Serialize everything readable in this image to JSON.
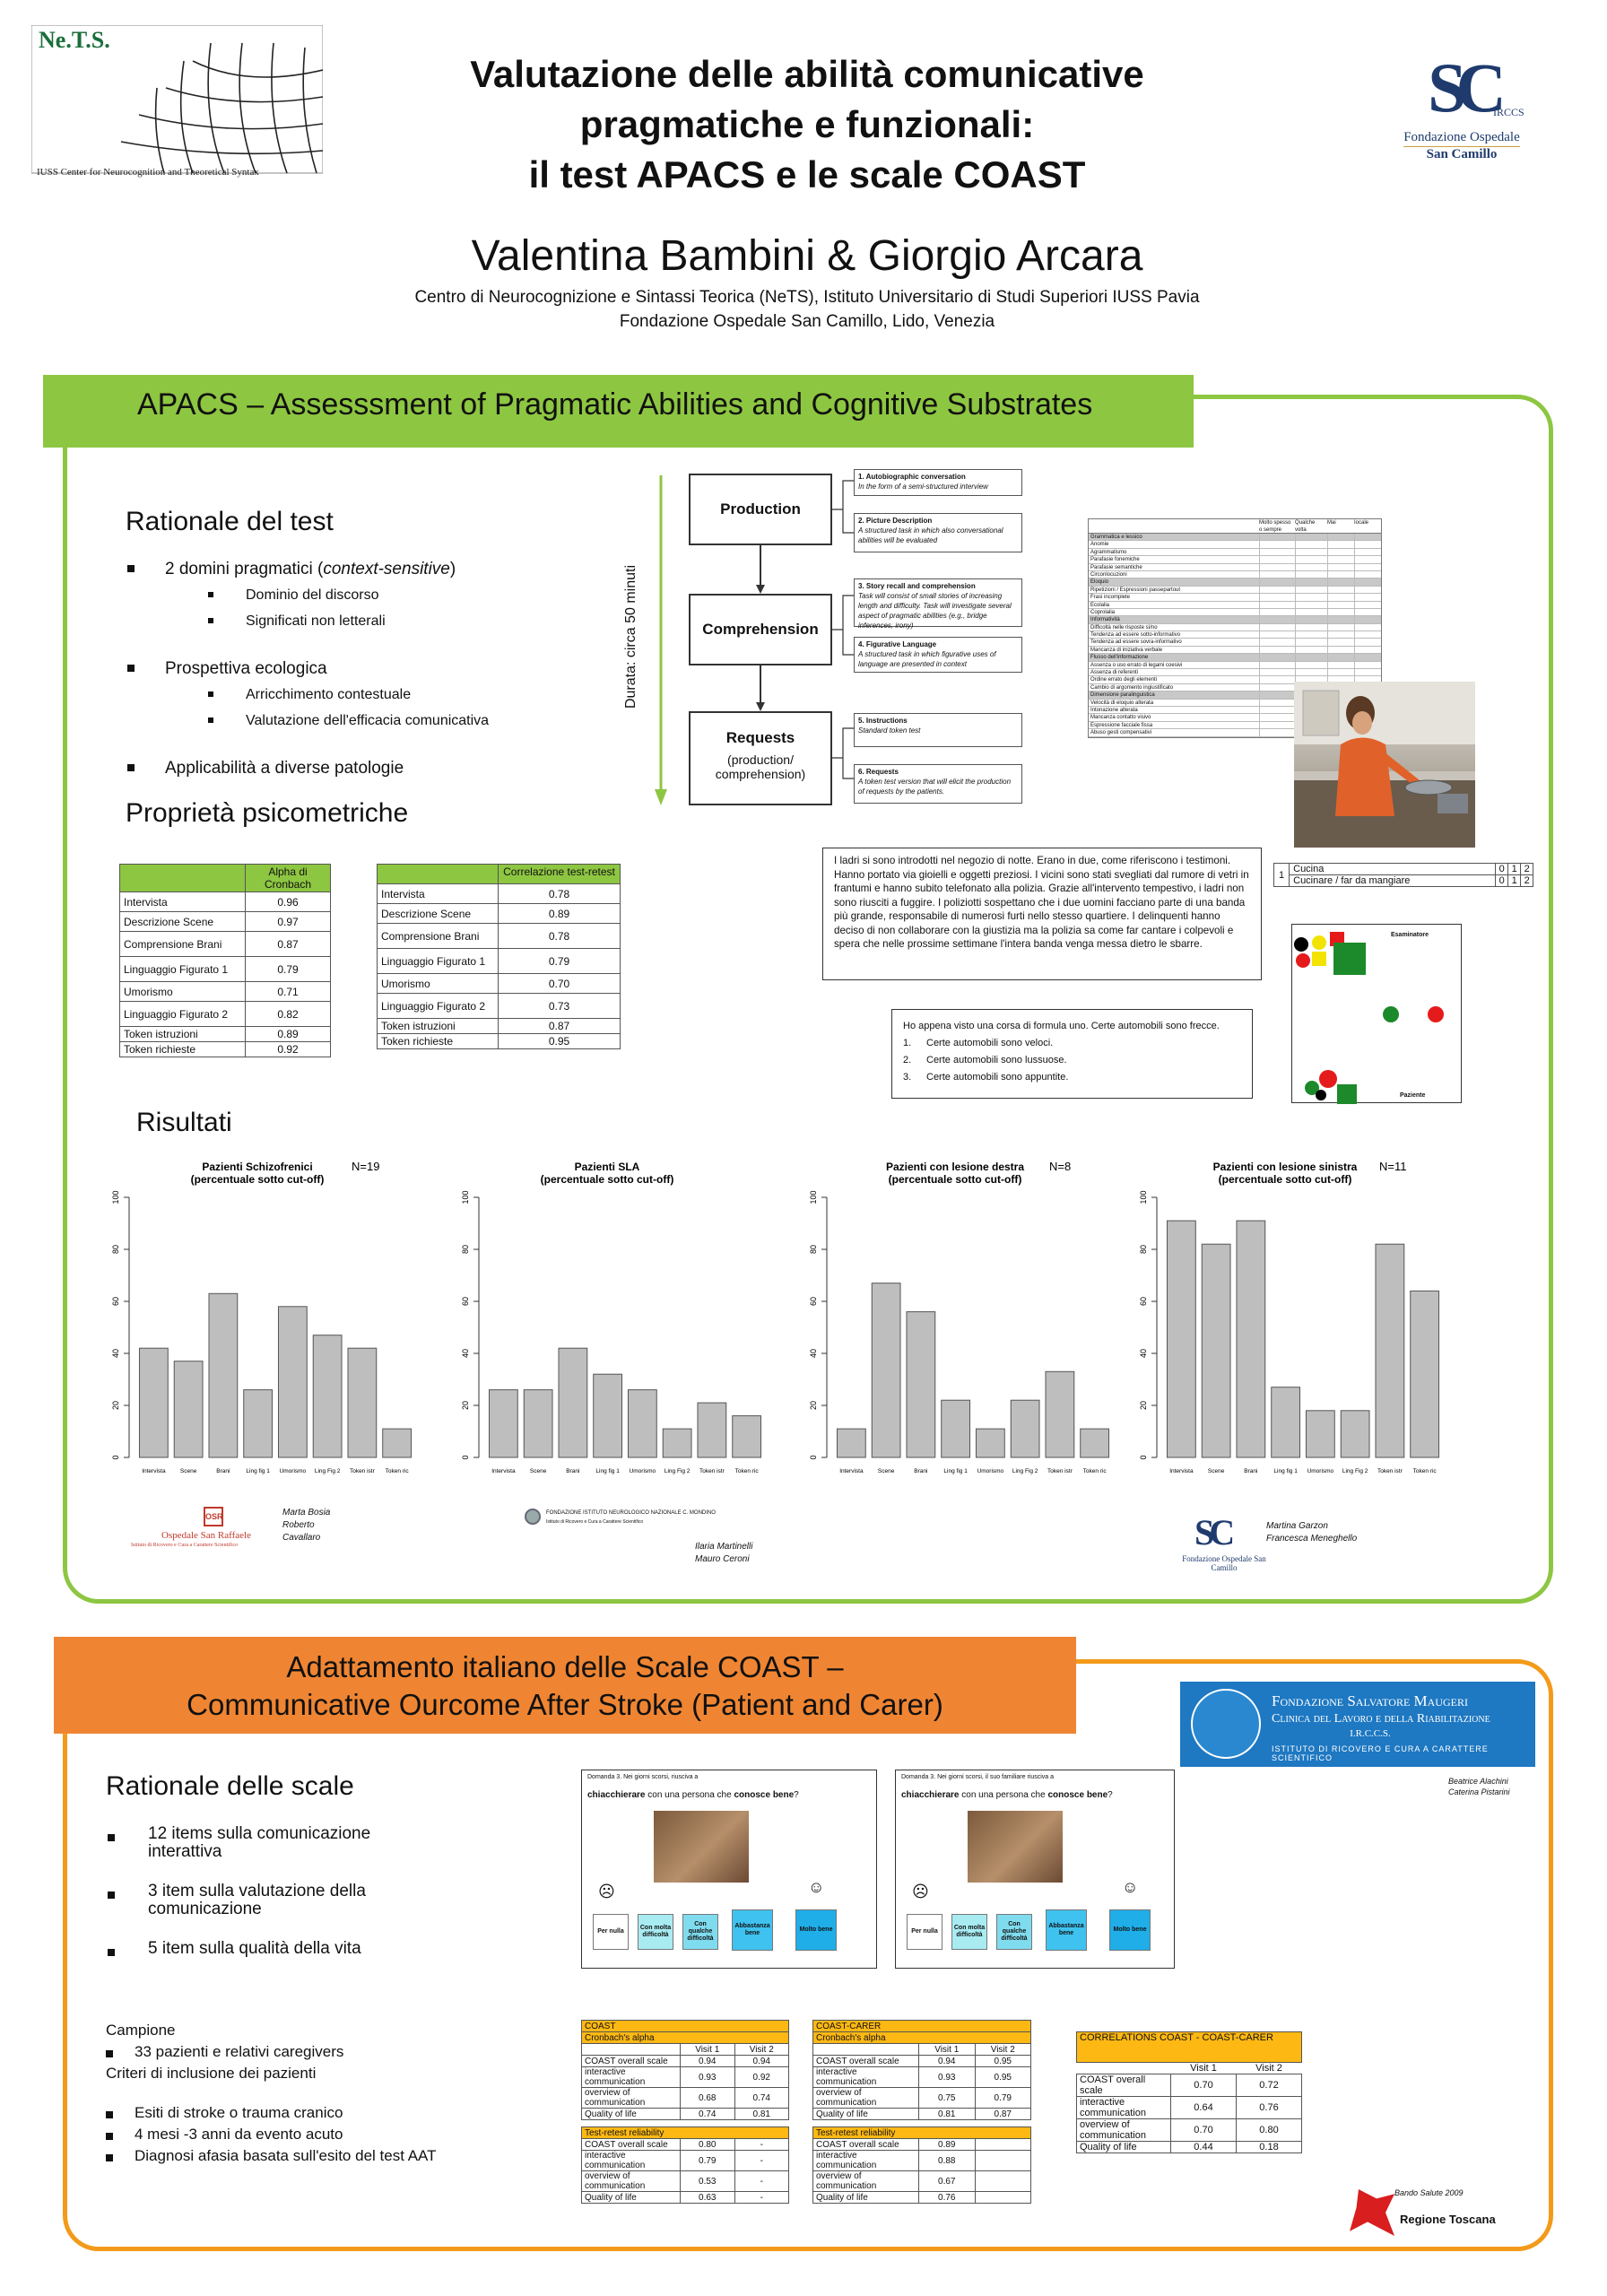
{
  "header": {
    "title_lines": [
      "Valutazione delle abilità comunicative",
      "pragmatiche e funzionali:",
      "il test APACS e le scale COAST"
    ],
    "authors": "Valentina Bambini & Giorgio Arcara",
    "affiliation_lines": [
      "Centro di Neurocognizione e Sintassi Teorica (NeTS), Istituto Universitario di Studi Superiori IUSS Pavia",
      "Fondazione Ospedale San Camillo, Lido, Venezia"
    ],
    "nets_logo": "Ne.T.S.",
    "nets_caption": "IUSS Center for Neurocognition and Theoretical Syntax",
    "sc_logo": {
      "mark": "SC",
      "sub": "IRCCS",
      "line1": "Fondazione Ospedale",
      "line2": "San Camillo"
    }
  },
  "apacs": {
    "banner": "APACS – Assesssment of Pragmatic Abilities and Cognitive Substrates",
    "rationale_title": "Rationale del test",
    "b1": "2 domini pragmatici (",
    "b1_em": "context-sensitive",
    "b1_end": ")",
    "b1_sub": [
      "Dominio del discorso",
      "Significati non letterali"
    ],
    "b2": "Prospettiva ecologica",
    "b2_sub": [
      "Arricchimento contestuale",
      "Valutazione dell'efficacia comunicativa"
    ],
    "b3": "Applicabilità a diverse patologie",
    "psychometric_title": "Proprietà psicometriche",
    "alpha_header": "Alpha di Cronbach",
    "alpha_rows": [
      [
        "Intervista",
        "0.96"
      ],
      [
        "Descrizione Scene",
        "0.97"
      ],
      [
        "Comprensione Brani",
        "0.87"
      ],
      [
        "Linguaggio Figurato 1",
        "0.79"
      ],
      [
        "Umorismo",
        "0.71"
      ],
      [
        "Linguaggio Figurato 2",
        "0.82"
      ],
      [
        "Token istruzioni",
        "0.89"
      ],
      [
        "Token richieste",
        "0.92"
      ]
    ],
    "retest_header": "Correlazione test-retest",
    "retest_rows": [
      [
        "Intervista",
        "0.78"
      ],
      [
        "Descrizione Scene",
        "0.89"
      ],
      [
        "Comprensione Brani",
        "0.78"
      ],
      [
        "Linguaggio Figurato 1",
        "0.79"
      ],
      [
        "Umorismo",
        "0.70"
      ],
      [
        "Linguaggio Figurato 2",
        "0.73"
      ],
      [
        "Token istruzioni",
        "0.87"
      ],
      [
        "Token richieste",
        "0.95"
      ]
    ],
    "duration": "Durata: circa 50 minuti",
    "flow": {
      "production": "Production",
      "comprehension": "Comprehension",
      "requests": "Requests",
      "requests_sub": "(production/ comprehension)",
      "d1_t": "1. Autobiographic conversation",
      "d1": "In the form of a semi-structured interview",
      "d2_t": "2. Picture Description",
      "d2": "A structured task in which also conversational abilities will be evaluated",
      "d3_t": "3. Story recall and comprehension",
      "d3": "Task will consist of small stories of increasing length and difficulty. Task will investigate several aspect of pragmatic abilities (e.g., bridge inferences, irony)",
      "d4_t": "4. Figurative Language",
      "d4": "A structured task in which figurative uses of language are presented in context",
      "d5_t": "5. Instructions",
      "d5": "Standard token test",
      "d6_t": "6. Requests",
      "d6": "A token test version that will elicit the production of requests by the patients."
    },
    "checklist": {
      "cols": [
        "Molto spesso o sempre",
        "Qualche volta",
        "Mai",
        "Iocale"
      ],
      "rows": [
        [
          "Grammatica e lessico",
          true
        ],
        [
          "Anomie",
          false
        ],
        [
          "Agrammatismo",
          false
        ],
        [
          "Parafasie fonemiche",
          false
        ],
        [
          "Parafasie semantiche",
          false
        ],
        [
          "Circonlocuzioni",
          false
        ],
        [
          "Eloquio",
          true
        ],
        [
          "Ripetizioni / Espressioni passepartout",
          false
        ],
        [
          "Frasi incomplete",
          false
        ],
        [
          "Ecolalia",
          false
        ],
        [
          "Coprolalia",
          false
        ],
        [
          "Informatività",
          true
        ],
        [
          "Difficoltà nelle risposte sì/no",
          false
        ],
        [
          "Tendenza ad essere sotto-informativo",
          false
        ],
        [
          "Tendenza ad essere sovra-informativo",
          false
        ],
        [
          "Mancanza di iniziativa verbale",
          false
        ],
        [
          "Flusso dell'informazione",
          true
        ],
        [
          "Assenza o uso errato di legami coesivi",
          false
        ],
        [
          "Assenza di referenti",
          false
        ],
        [
          "Ordine errato degli elementi",
          false
        ],
        [
          "Cambio di argomento ingiustificato",
          false
        ],
        [
          "Dimensione paralinguistica",
          true
        ],
        [
          "Velocità di eloquio alterata",
          false
        ],
        [
          "Intonazione alterata",
          false
        ],
        [
          "Mancanza contatto visivo",
          false
        ],
        [
          "Espressione facciale fissa",
          false
        ],
        [
          "Abuso gesti compensativi",
          false
        ]
      ]
    },
    "story": "I ladri si sono introdotti nel negozio di notte. Erano in due, come riferiscono i testimoni. Hanno portato via gioielli e oggetti preziosi. I vicini sono stati svegliati dal rumore di vetri in frantumi e hanno subito telefonato alla polizia. Grazie all'intervento tempestivo, i ladri non sono riusciti a fuggire. I poliziotti sospettano che i due uomini facciano parte di una banda più grande, responsabile di numerosi furti nello stesso quartiere. I delinquenti hanno deciso di non collaborare con la giustizia ma la polizia sa come far cantare i colpevoli e spera che nelle prossime settimane l'intera banda venga messa dietro le sbarre.",
    "score_num": "1",
    "score_rows": [
      [
        "Cucina",
        "0",
        "1",
        "2"
      ],
      [
        "Cucinare / far da mangiare",
        "0",
        "1",
        "2"
      ]
    ],
    "sentence": "Ho appena visto una corsa di formula uno. Certe automobili sono frecce.",
    "sentence_opts": [
      "1.",
      "2.",
      "3."
    ],
    "sentence_items": [
      "Certe automobili sono veloci.",
      "Certe automobili sono lussuose.",
      "Certe automobili sono appuntite."
    ],
    "token_top": "Esaminatore",
    "token_bottom": "Paziente",
    "results_title": "Risultati",
    "credits": [
      {
        "logo": "Ospedale San Raffaele",
        "logo_sub": "Istituto di Ricovero e Cura a Carattere Scientifico",
        "names": [
          "Marta Bosia",
          "Roberto Cavallaro"
        ]
      },
      {
        "logo": "FONDAZIONE ISTITUTO NEUROLOGICO NAZIONALE C. MONDINO",
        "logo_sub": "Istituto di Ricovero e Cura a Carattere Scientifico",
        "names": [
          "Ilaria Martinelli",
          "Mauro Ceroni"
        ]
      },
      {
        "logo": "Fondazione Ospedale San Camillo",
        "names": [
          "Martina Garzon",
          "Francesca Meneghello"
        ]
      }
    ]
  },
  "chart_data": [
    {
      "type": "bar",
      "title": "Pazienti Schizofrenici (percentuale sotto cut-off)",
      "n": "N=19",
      "categories": [
        "Intervista",
        "Scene",
        "Brani",
        "Ling fig 1",
        "Umorismo",
        "Ling Fig 2",
        "Token istr",
        "Token ric"
      ],
      "values": [
        42,
        37,
        63,
        26,
        58,
        47,
        42,
        11
      ],
      "ylim": [
        0,
        100
      ],
      "yticks": [
        "0",
        "20",
        "40",
        "60",
        "80",
        "100"
      ]
    },
    {
      "type": "bar",
      "title": "Pazienti SLA (percentuale sotto cut-off)",
      "n": "",
      "categories": [
        "Intervista",
        "Scene",
        "Brani",
        "Ling fig 1",
        "Umorismo",
        "Ling Fig 2",
        "Token istr",
        "Token ric"
      ],
      "values": [
        26,
        26,
        42,
        32,
        26,
        11,
        21,
        16
      ],
      "ylim": [
        0,
        100
      ],
      "yticks": [
        "0",
        "20",
        "40",
        "60",
        "80",
        "100"
      ]
    },
    {
      "type": "bar",
      "title": "Pazienti con lesione destra (percentuale sotto cut-off)",
      "n": "N=8",
      "categories": [
        "Intervista",
        "Scene",
        "Brani",
        "Ling fig 1",
        "Umorismo",
        "Ling Fig 2",
        "Token istr",
        "Token ric"
      ],
      "values": [
        11,
        67,
        56,
        22,
        11,
        22,
        33,
        11
      ],
      "ylim": [
        0,
        100
      ],
      "yticks": [
        "0",
        "20",
        "40",
        "60",
        "80",
        "100"
      ]
    },
    {
      "type": "bar",
      "title": "Pazienti con lesione sinistra (percentuale sotto cut-off)",
      "n": "N=11",
      "categories": [
        "Intervista",
        "Scene",
        "Brani",
        "Ling fig 1",
        "Umorismo",
        "Ling Fig 2",
        "Token istr",
        "Token ric"
      ],
      "values": [
        91,
        82,
        91,
        27,
        18,
        18,
        82,
        64
      ],
      "ylim": [
        0,
        100
      ],
      "yticks": [
        "0",
        "20",
        "40",
        "60",
        "80",
        "100"
      ]
    }
  ],
  "coast": {
    "banner_lines": [
      "Adattamento italiano delle Scale COAST –",
      "Communicative Ourcome After Stroke (Patient and Carer)"
    ],
    "rationale_title": "Rationale delle scale",
    "items": [
      "12 items sulla comunicazione interattiva",
      "3 item sulla valutazione della comunicazione",
      "5 item sulla qualità della vita"
    ],
    "campione_title": "Campione",
    "campione": "33 pazienti e relativi caregivers",
    "criteri_title": "Criteri di inclusione dei pazienti",
    "criteri": [
      "Esiti di stroke o trauma cranico",
      "4 mesi -3 anni da evento acuto",
      "Diagnosi afasia basata sull'esito del test AAT"
    ],
    "maugeri": {
      "l1": "Fondazione Salvatore Maugeri",
      "l2": "Clinica del Lavoro e della Riabilitazione",
      "l3": "I.R.C.C.S.",
      "l4": "Istituto di Ricovero e Cura a Carattere Scientifico"
    },
    "maugeri_names": [
      "Beatrice Alachini",
      "Caterina Pistarini"
    ],
    "card1": {
      "q": "Domanda 3. Nei giorni scorsi, riusciva a",
      "a1": "chiacchierare",
      "a2": " con una persona che ",
      "a3": "conosce bene",
      "a4": "?"
    },
    "card2": {
      "q": "Domanda 3. Nei giorni scorsi, il suo familiare riusciva a",
      "a1": "chiacchierare",
      "a2": " con una persona che ",
      "a3": "conosce bene",
      "a4": "?"
    },
    "options": [
      "Per nulla",
      "Con molta difficoltà",
      "Con qualche difficoltà",
      "Abbastanza bene",
      "Molto bene"
    ],
    "option_colors": [
      "#ffffff",
      "#a8ecf2",
      "#7fdcef",
      "#3fc2ef",
      "#1faee8"
    ],
    "patient_table": {
      "title": "COAST",
      "alpha": "Cronbach's alpha",
      "cols": [
        "Visit 1",
        "Visit 2"
      ],
      "rows": [
        [
          "COAST overall scale",
          "0.94",
          "0.94"
        ],
        [
          "interactive communication",
          "0.93",
          "0.92"
        ],
        [
          "overview of communication",
          "0.68",
          "0.74"
        ],
        [
          "Quality of life",
          "0.74",
          "0.81"
        ]
      ],
      "retest": "Test-retest reliability",
      "retest_rows": [
        [
          "COAST overall scale",
          "0.80",
          "-"
        ],
        [
          "interactive communication",
          "0.79",
          "-"
        ],
        [
          "overview of communication",
          "0.53",
          "-"
        ],
        [
          "Quality of life",
          "0.63",
          "-"
        ]
      ]
    },
    "carer_table": {
      "title": "COAST-CARER",
      "alpha": "Cronbach's alpha",
      "cols": [
        "Visit 1",
        "Visit 2"
      ],
      "rows": [
        [
          "COAST overall scale",
          "0.94",
          "0.95"
        ],
        [
          "interactive communication",
          "0.93",
          "0.95"
        ],
        [
          "overview of communication",
          "0.75",
          "0.79"
        ],
        [
          "Quality of life",
          "0.81",
          "0.87"
        ]
      ],
      "retest": "Test-retest reliability",
      "retest_rows": [
        [
          "COAST overall scale",
          "0.89",
          ""
        ],
        [
          "interactive communication",
          "0.88",
          ""
        ],
        [
          "overview of communication",
          "0.67",
          ""
        ],
        [
          "Quality of life",
          "0.76",
          ""
        ]
      ]
    },
    "corr_table": {
      "title": "CORRELATIONS COAST - COAST-CARER",
      "cols": [
        "Visit 1",
        "Visit 2"
      ],
      "rows": [
        [
          "COAST overall scale",
          "0.70",
          "0.72"
        ],
        [
          "interactive communication",
          "0.64",
          "0.76"
        ],
        [
          "overview of communication",
          "0.70",
          "0.80"
        ],
        [
          "Quality of life",
          "0.44",
          "0.18"
        ]
      ]
    },
    "bando": "Bando Salute 2009",
    "toscana": "Regione Toscana"
  },
  "colors": {
    "green": "#8dc641",
    "orange": "#ef8532",
    "bar": "#bebebe",
    "navy": "#1f3b6e",
    "gold": "#c9a13d"
  }
}
